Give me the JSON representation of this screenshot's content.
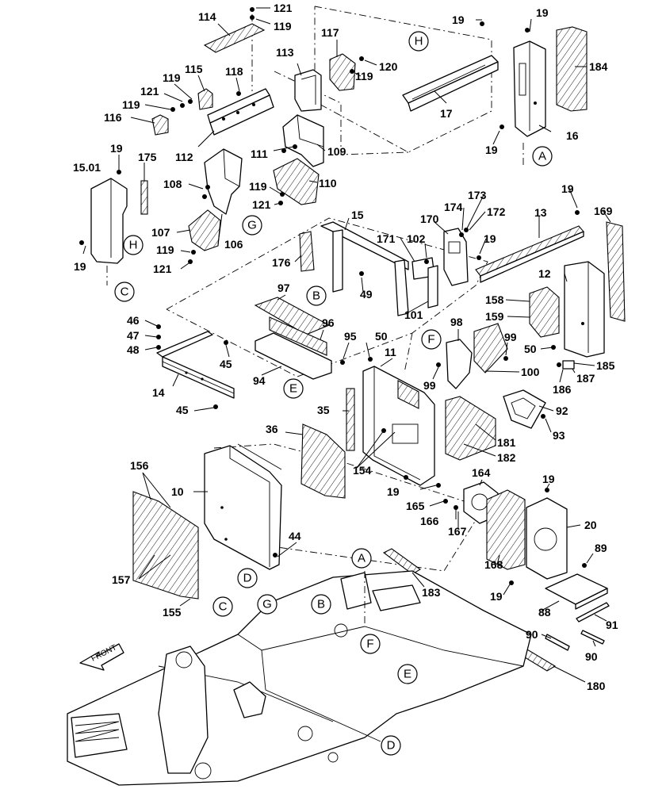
{
  "callouts": [
    {
      "id": "c114",
      "text": "114"
    },
    {
      "id": "c121a",
      "text": "121"
    },
    {
      "id": "c119a",
      "text": "119"
    },
    {
      "id": "c117",
      "text": "117"
    },
    {
      "id": "c113",
      "text": "113"
    },
    {
      "id": "c120",
      "text": "120"
    },
    {
      "id": "c119b",
      "text": "119"
    },
    {
      "id": "c115",
      "text": "115"
    },
    {
      "id": "c119c",
      "text": "119"
    },
    {
      "id": "c118",
      "text": "118"
    },
    {
      "id": "c121b",
      "text": "121"
    },
    {
      "id": "c119d",
      "text": "119"
    },
    {
      "id": "c116",
      "text": "116"
    },
    {
      "id": "c112",
      "text": "112"
    },
    {
      "id": "c111",
      "text": "111"
    },
    {
      "id": "c109",
      "text": "109"
    },
    {
      "id": "c19a",
      "text": "19"
    },
    {
      "id": "c19b",
      "text": "19"
    },
    {
      "id": "c184",
      "text": "184"
    },
    {
      "id": "c17",
      "text": "17"
    },
    {
      "id": "c16",
      "text": "16"
    },
    {
      "id": "c19c",
      "text": "19"
    },
    {
      "id": "c19d",
      "text": "19"
    },
    {
      "id": "c1501",
      "text": "15.01"
    },
    {
      "id": "c175",
      "text": "175"
    },
    {
      "id": "c108",
      "text": "108"
    },
    {
      "id": "c119e",
      "text": "119"
    },
    {
      "id": "c110",
      "text": "110"
    },
    {
      "id": "c121c",
      "text": "121"
    },
    {
      "id": "c107",
      "text": "107"
    },
    {
      "id": "c106",
      "text": "106"
    },
    {
      "id": "c119f",
      "text": "119"
    },
    {
      "id": "c121d",
      "text": "121"
    },
    {
      "id": "c19e",
      "text": "19"
    },
    {
      "id": "c15",
      "text": "15"
    },
    {
      "id": "c173",
      "text": "173"
    },
    {
      "id": "c174",
      "text": "174"
    },
    {
      "id": "c172",
      "text": "172"
    },
    {
      "id": "c13",
      "text": "13"
    },
    {
      "id": "c19f",
      "text": "19"
    },
    {
      "id": "c169",
      "text": "169"
    },
    {
      "id": "c170",
      "text": "170"
    },
    {
      "id": "c171",
      "text": "171"
    },
    {
      "id": "c102",
      "text": "102"
    },
    {
      "id": "c19g",
      "text": "19"
    },
    {
      "id": "c176",
      "text": "176"
    },
    {
      "id": "c49",
      "text": "49"
    },
    {
      "id": "c12",
      "text": "12"
    },
    {
      "id": "c101",
      "text": "101"
    },
    {
      "id": "c97",
      "text": "97"
    },
    {
      "id": "c158",
      "text": "158"
    },
    {
      "id": "c159",
      "text": "159"
    },
    {
      "id": "c46",
      "text": "46"
    },
    {
      "id": "c47",
      "text": "47"
    },
    {
      "id": "c48",
      "text": "48"
    },
    {
      "id": "c96",
      "text": "96"
    },
    {
      "id": "c95",
      "text": "95"
    },
    {
      "id": "c98",
      "text": "98"
    },
    {
      "id": "c50a",
      "text": "50"
    },
    {
      "id": "c11",
      "text": "11"
    },
    {
      "id": "c99a",
      "text": "99"
    },
    {
      "id": "c50b",
      "text": "50"
    },
    {
      "id": "c45a",
      "text": "45"
    },
    {
      "id": "c94",
      "text": "94"
    },
    {
      "id": "c99b",
      "text": "99"
    },
    {
      "id": "c100",
      "text": "100"
    },
    {
      "id": "c185",
      "text": "185"
    },
    {
      "id": "c14",
      "text": "14"
    },
    {
      "id": "c186",
      "text": "186"
    },
    {
      "id": "c187",
      "text": "187"
    },
    {
      "id": "c35",
      "text": "35"
    },
    {
      "id": "c92",
      "text": "92"
    },
    {
      "id": "c45b",
      "text": "45"
    },
    {
      "id": "c93",
      "text": "93"
    },
    {
      "id": "c36",
      "text": "36"
    },
    {
      "id": "c181",
      "text": "181"
    },
    {
      "id": "c182",
      "text": "182"
    },
    {
      "id": "c156",
      "text": "156"
    },
    {
      "id": "c154",
      "text": "154"
    },
    {
      "id": "c10",
      "text": "10"
    },
    {
      "id": "c164",
      "text": "164"
    },
    {
      "id": "c19h",
      "text": "19"
    },
    {
      "id": "c19i",
      "text": "19"
    },
    {
      "id": "c20",
      "text": "20"
    },
    {
      "id": "c165",
      "text": "165"
    },
    {
      "id": "c166",
      "text": "166"
    },
    {
      "id": "c167",
      "text": "167"
    },
    {
      "id": "c44",
      "text": "44"
    },
    {
      "id": "c89",
      "text": "89"
    },
    {
      "id": "c157",
      "text": "157"
    },
    {
      "id": "c168",
      "text": "168"
    },
    {
      "id": "c19j",
      "text": "19"
    },
    {
      "id": "c183",
      "text": "183"
    },
    {
      "id": "c155",
      "text": "155"
    },
    {
      "id": "c88",
      "text": "88"
    },
    {
      "id": "c91",
      "text": "91"
    },
    {
      "id": "c90a",
      "text": "90"
    },
    {
      "id": "c90b",
      "text": "90"
    },
    {
      "id": "c180",
      "text": "180"
    }
  ],
  "markers": [
    {
      "id": "H1",
      "text": "H"
    },
    {
      "id": "A1",
      "text": "A"
    },
    {
      "id": "G1",
      "text": "G"
    },
    {
      "id": "H2",
      "text": "H"
    },
    {
      "id": "C1",
      "text": "C"
    },
    {
      "id": "B1",
      "text": "B"
    },
    {
      "id": "F1",
      "text": "F"
    },
    {
      "id": "E1",
      "text": "E"
    },
    {
      "id": "D1",
      "text": "D"
    },
    {
      "id": "A2",
      "text": "A"
    },
    {
      "id": "C2",
      "text": "C"
    },
    {
      "id": "G2",
      "text": "G"
    },
    {
      "id": "B2",
      "text": "B"
    },
    {
      "id": "F2",
      "text": "F"
    },
    {
      "id": "E2",
      "text": "E"
    },
    {
      "id": "D2",
      "text": "D"
    }
  ],
  "front_label": "FRONT"
}
